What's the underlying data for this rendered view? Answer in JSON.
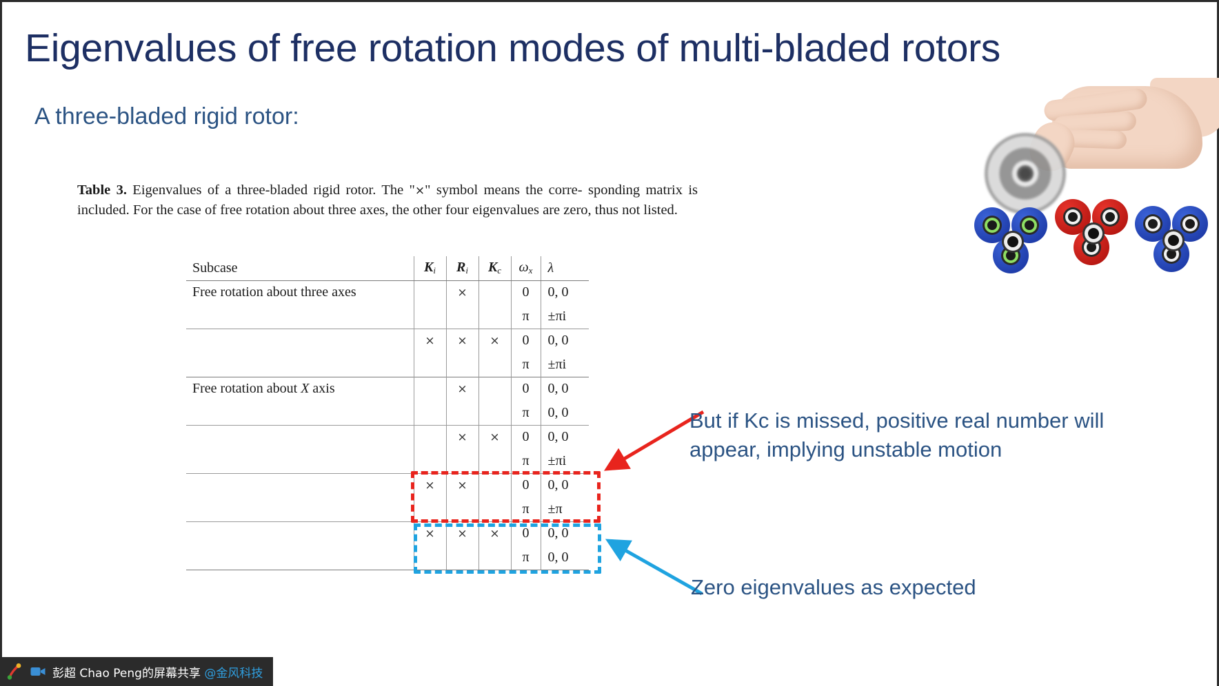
{
  "slide": {
    "title": "Eigenvalues of free rotation modes of multi-bladed rotors",
    "subtitle": "A three-bladed rigid rotor:",
    "title_color": "#1d2f63",
    "subtitle_color": "#2b5383"
  },
  "caption": {
    "label": "Table 3.",
    "line1": "Eigenvalues of a three-bladed rigid rotor. The \"×\" symbol means the corre-",
    "line2": "sponding matrix is included. For the case of free rotation about three axes, the other",
    "line3": "four eigenvalues are zero, thus not listed."
  },
  "table": {
    "headers": {
      "subcase": "Subcase",
      "ki": "K",
      "ki_sub": "i",
      "ri": "R",
      "ri_sub": "i",
      "kc": "K",
      "kc_sub": "c",
      "wx": "ω",
      "wx_sub": "x",
      "lambda": "λ"
    },
    "groups": [
      {
        "subcase": "Free rotation about three axes",
        "rows": [
          {
            "ki": "",
            "ri": "×",
            "kc": "",
            "wx": "0",
            "lambda": "0, 0",
            "group_start": true,
            "sub_start": true
          },
          {
            "ki": "",
            "ri": "",
            "kc": "",
            "wx": "π",
            "lambda": "±πi",
            "group_start": false,
            "sub_start": false
          },
          {
            "ki": "×",
            "ri": "×",
            "kc": "×",
            "wx": "0",
            "lambda": "0, 0",
            "group_start": true,
            "sub_start": false
          },
          {
            "ki": "",
            "ri": "",
            "kc": "",
            "wx": "π",
            "lambda": "±πi",
            "group_start": false,
            "sub_start": false
          }
        ]
      },
      {
        "subcase": "Free rotation about X axis",
        "rows": [
          {
            "ki": "",
            "ri": "×",
            "kc": "",
            "wx": "0",
            "lambda": "0, 0",
            "group_start": true,
            "sub_start": true
          },
          {
            "ki": "",
            "ri": "",
            "kc": "",
            "wx": "π",
            "lambda": "0, 0",
            "group_start": false,
            "sub_start": false
          },
          {
            "ki": "",
            "ri": "×",
            "kc": "×",
            "wx": "0",
            "lambda": "0, 0",
            "group_start": true,
            "sub_start": false
          },
          {
            "ki": "",
            "ri": "",
            "kc": "",
            "wx": "π",
            "lambda": "±πi",
            "group_start": false,
            "sub_start": false
          },
          {
            "ki": "×",
            "ri": "×",
            "kc": "",
            "wx": "0",
            "lambda": "0, 0",
            "group_start": true,
            "sub_start": false
          },
          {
            "ki": "",
            "ri": "",
            "kc": "",
            "wx": "π",
            "lambda": "±π",
            "group_start": false,
            "sub_start": false
          },
          {
            "ki": "×",
            "ri": "×",
            "kc": "×",
            "wx": "0",
            "lambda": "0, 0",
            "group_start": true,
            "sub_start": false
          },
          {
            "ki": "",
            "ri": "",
            "kc": "",
            "wx": "π",
            "lambda": "0, 0",
            "group_start": false,
            "sub_start": false
          }
        ]
      }
    ],
    "subcase_x_italic": "X"
  },
  "annotations": {
    "red": {
      "line1": "But if Kc is missed, positive real number will",
      "line2": "appear, implying unstable motion",
      "color": "#e8241d"
    },
    "blue": {
      "line1": "Zero eigenvalues as expected",
      "color": "#1fa3e0"
    }
  },
  "taskbar": {
    "text_prefix": "彭超 Chao Peng的屏幕共享 ",
    "handle": "@金风科技",
    "icons": [
      "screen-share-icon",
      "camera-icon"
    ],
    "background": "#2b2b2b"
  }
}
